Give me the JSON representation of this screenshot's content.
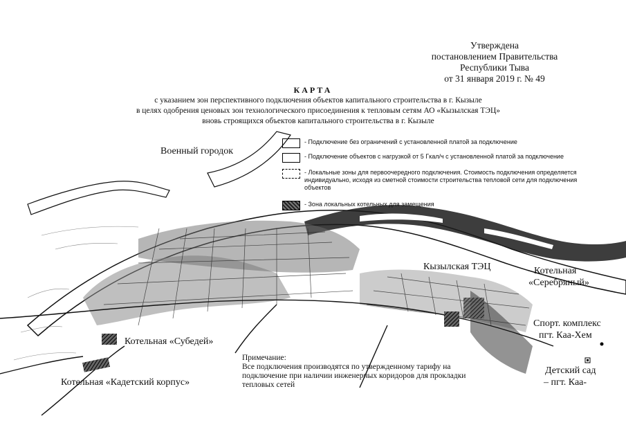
{
  "approval": {
    "line1": "Утверждена",
    "line2": "постановлением Правительства",
    "line3": "Республики Тыва",
    "line4": "от 31 января 2019 г. № 49"
  },
  "title": "КАРТА",
  "subtitle": {
    "line1": "с указанием зон перспективного подключения объектов капитального строительства в г. Кызыле",
    "line2": "в целях одобрения ценовых зон технологического присоединения к тепловым сетям АО «Кызылская ТЭЦ»",
    "line3": "вновь строящихся объектов капитального строительства в г. Кызыле"
  },
  "legend": [
    {
      "text": "- Подключение без ограничений с установленной платой за подключение",
      "style": "solid"
    },
    {
      "text": "- Подключение объектов с нагрузкой от 5 Гкал/ч с установленной платой за подключение",
      "style": "solid"
    },
    {
      "text": "- Локальные зоны для первоочередного подключения. Стоимость подключения определяется индивидуально, исходя из сметной стоимости строительства тепловой сети для подключения объектов",
      "style": "dashed"
    },
    {
      "text": "- Зона локальных котельных для замещения",
      "style": "hatch"
    }
  ],
  "map_labels": {
    "voenny": "Военный городок",
    "tec": "Кызылская ТЭЦ",
    "serebryany_1": "Котельная",
    "serebryany_2": "«Серебряный»",
    "subedey": "Котельная «Субедей»",
    "kadetsky": "Котельная «Кадетский корпус»",
    "sport_1": "Спорт. комплекс",
    "sport_2": "пгт. Каа-Хем",
    "sad_1": "Детский сад",
    "sad_2": "– пгт. Каа-"
  },
  "note": {
    "heading": "Примечание:",
    "text": "Все подключения производятся по утвержденному тарифу на подключение при наличии инженерных коридоров для прокладки тепловых сетей"
  }
}
